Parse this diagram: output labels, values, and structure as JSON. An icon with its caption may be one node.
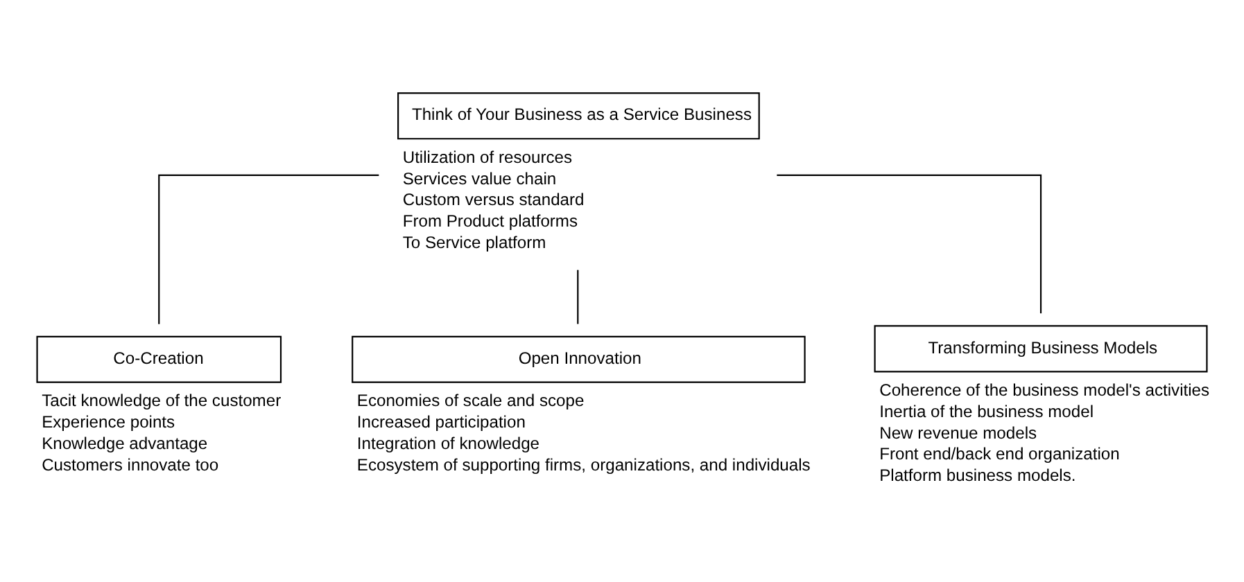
{
  "diagram": {
    "nodes": [
      {
        "text": [
          "Think of Your Business as a Service Business"
        ],
        "beside": [
          "Utilization of resources",
          "Services value chain",
          "Custom versus standard",
          "From Product platforms",
          "To Service platform"
        ]
      },
      {
        "text": [
          "Co-Creation"
        ],
        "beside": [
          "Tacit knowledge of the customer",
          "Experience points",
          "Knowledge advantage",
          "Customers innovate too"
        ]
      },
      {
        "text": [
          "Open Innovation"
        ],
        "beside": [
          "Economies of scale and scope",
          "Increased participation",
          "Integration of knowledge",
          "Ecosystem of supporting firms, organizations, and individuals"
        ]
      },
      {
        "text": [
          "Transforming Business Models"
        ],
        "beside": [
          "Coherence of the business model's activities",
          "Inertia of the business model",
          "New revenue models",
          "Front end/back end organization",
          "Platform business models."
        ]
      }
    ],
    "edges": [
      {
        "from": 0,
        "to": 1,
        "arrow": "none"
      },
      {
        "from": 0,
        "to": 2,
        "arrow": "none"
      },
      {
        "from": 0,
        "to": 3,
        "arrow": "none"
      }
    ]
  }
}
